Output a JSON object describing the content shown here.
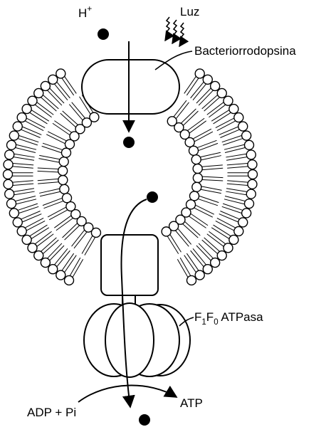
{
  "labels": {
    "proton": "H",
    "proton_charge": "+",
    "light": "Luz",
    "bacteriorhodopsin": "Bacteriorrodopsina",
    "atpase_f": "F",
    "atpase_sub1": "1",
    "atpase_f0": "F",
    "atpase_sub0": "0",
    "atpase_suffix": " ATPasa",
    "substrates": "ADP + Pi",
    "product": "ATP"
  },
  "colors": {
    "ink": "#000000",
    "background": "#ffffff"
  }
}
